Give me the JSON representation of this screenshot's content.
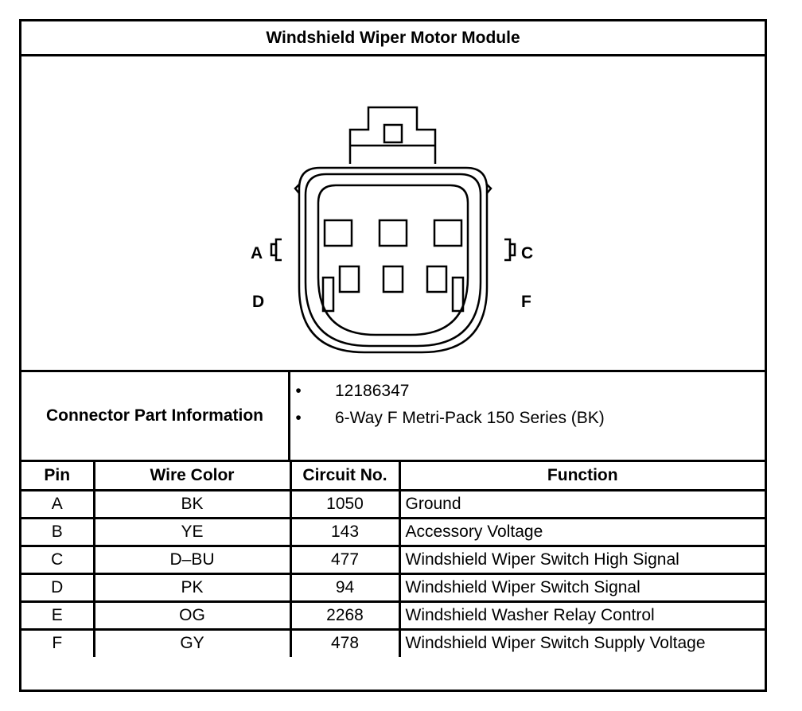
{
  "title": "Windshield Wiper Motor Module",
  "connector": {
    "pin_labels": {
      "a": "A",
      "c": "C",
      "d": "D",
      "f": "F"
    }
  },
  "connector_info": {
    "label": "Connector Part Information",
    "items": [
      "12186347",
      "6-Way F Metri-Pack 150 Series (BK)"
    ]
  },
  "pin_table": {
    "headers": [
      "Pin",
      "Wire Color",
      "Circuit No.",
      "Function"
    ],
    "rows": [
      [
        "A",
        "BK",
        "1050",
        "Ground"
      ],
      [
        "B",
        "YE",
        "143",
        "Accessory Voltage"
      ],
      [
        "C",
        "D–BU",
        "477",
        "Windshield Wiper Switch High Signal"
      ],
      [
        "D",
        "PK",
        "94",
        "Windshield Wiper Switch Signal"
      ],
      [
        "E",
        "OG",
        "2268",
        "Windshield Washer Relay Control"
      ],
      [
        "F",
        "GY",
        "478",
        "Windshield Wiper Switch Supply Voltage"
      ]
    ]
  }
}
